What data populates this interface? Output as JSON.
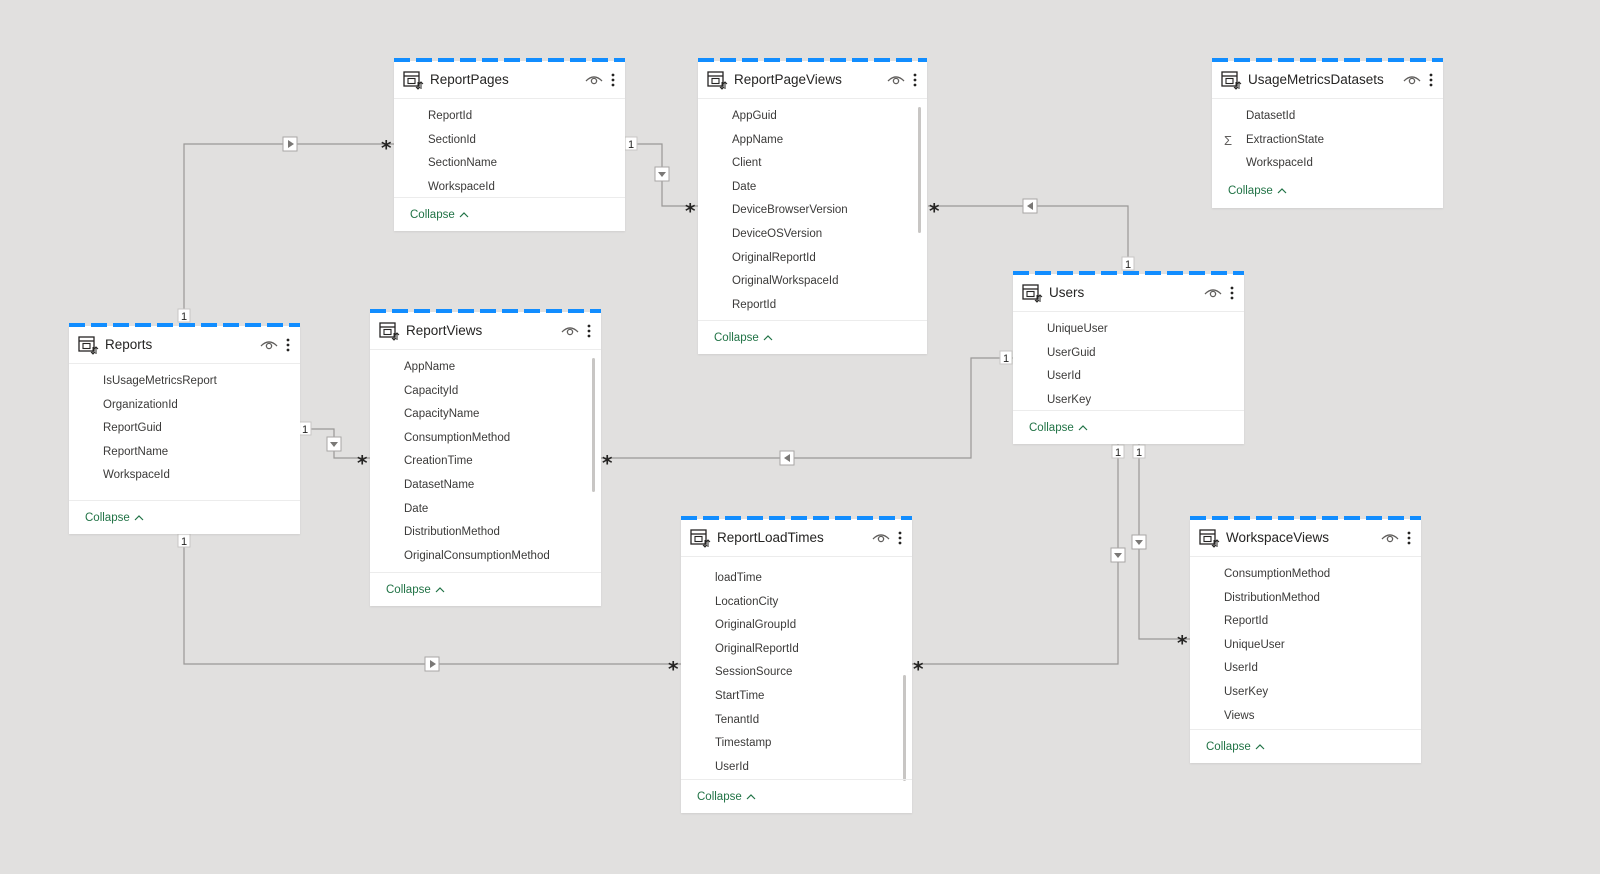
{
  "collapse_label": "Collapse",
  "colors": {
    "accent": "#118dff",
    "link": "#217346",
    "background": "#e1e0df",
    "connector": "#9a9896"
  },
  "tables": {
    "report_pages": {
      "title": "ReportPages",
      "fields": [
        "ReportId",
        "SectionId",
        "SectionName",
        "WorkspaceId"
      ]
    },
    "report_page_views": {
      "title": "ReportPageViews",
      "fields": [
        "AppGuid",
        "AppName",
        "Client",
        "Date",
        "DeviceBrowserVersion",
        "DeviceOSVersion",
        "OriginalReportId",
        "OriginalWorkspaceId",
        "ReportId"
      ]
    },
    "usage_metrics_datasets": {
      "title": "UsageMetricsDatasets",
      "fields": [
        "DatasetId",
        "ExtractionState",
        "WorkspaceId"
      ]
    },
    "users": {
      "title": "Users",
      "fields": [
        "UniqueUser",
        "UserGuid",
        "UserId",
        "UserKey"
      ]
    },
    "reports": {
      "title": "Reports",
      "fields": [
        "IsUsageMetricsReport",
        "OrganizationId",
        "ReportGuid",
        "ReportName",
        "WorkspaceId"
      ]
    },
    "report_views": {
      "title": "ReportViews",
      "fields": [
        "AppName",
        "CapacityId",
        "CapacityName",
        "ConsumptionMethod",
        "CreationTime",
        "DatasetName",
        "Date",
        "DistributionMethod",
        "OriginalConsumptionMethod"
      ]
    },
    "report_load_times": {
      "title": "ReportLoadTimes",
      "fields": [
        "loadTime",
        "LocationCity",
        "OriginalGroupId",
        "OriginalReportId",
        "SessionSource",
        "StartTime",
        "TenantId",
        "Timestamp",
        "UserId"
      ]
    },
    "workspace_views": {
      "title": "WorkspaceViews",
      "fields": [
        "ConsumptionMethod",
        "DistributionMethod",
        "ReportId",
        "UniqueUser",
        "UserId",
        "UserKey",
        "Views"
      ]
    }
  },
  "relationships": [
    {
      "from": "reports",
      "to": "report_pages",
      "from_card": "1",
      "to_card": "*",
      "direction": "right"
    },
    {
      "from": "report_pages",
      "to": "report_page_views",
      "from_card": "1",
      "to_card": "*",
      "direction": "down"
    },
    {
      "from": "users",
      "to": "report_page_views",
      "from_card": "1",
      "to_card": "*",
      "direction": "left"
    },
    {
      "from": "reports",
      "to": "report_views",
      "from_card": "1",
      "to_card": "*",
      "direction": "down"
    },
    {
      "from": "users",
      "to": "report_views",
      "from_card": "1",
      "to_card": "*",
      "direction": "left"
    },
    {
      "from": "reports",
      "to": "report_load_times",
      "from_card": "1",
      "to_card": "*",
      "direction": "right"
    },
    {
      "from": "users",
      "to": "report_load_times",
      "from_card": "1",
      "to_card": "*",
      "direction": "down"
    },
    {
      "from": "users",
      "to": "workspace_views",
      "from_card": "1",
      "to_card": "*",
      "direction": "down"
    }
  ]
}
